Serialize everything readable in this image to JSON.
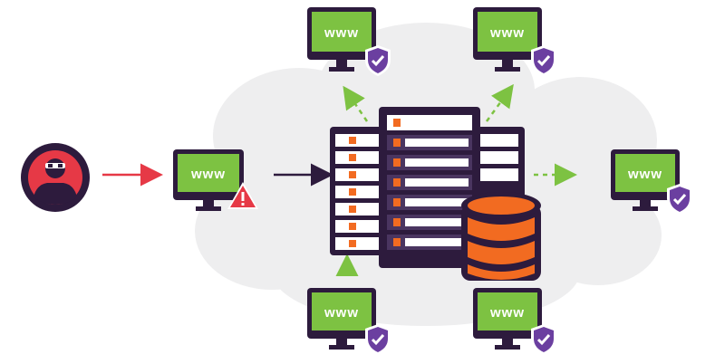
{
  "monitor_label": "www",
  "colors": {
    "screen_green": "#7dc242",
    "frame_purple": "#2d1b3d",
    "shield_purple": "#6b3fa0",
    "warning_red": "#e63946",
    "attacker_red": "#e63946",
    "server_orange": "#f26b21",
    "arrow_green": "#7dc242",
    "arrow_red": "#e63946",
    "arrow_dark": "#2d1b3d",
    "cloud": "#eeeeef"
  },
  "icons": {
    "attacker": "hacker-icon",
    "target": "warning-icon",
    "server": "server-rack-icon",
    "database": "database-icon",
    "protected": "shield-check-icon"
  },
  "monitors": [
    {
      "id": "top-left",
      "badge": "shield"
    },
    {
      "id": "top-right",
      "badge": "shield"
    },
    {
      "id": "center-left",
      "badge": "warning"
    },
    {
      "id": "right",
      "badge": "shield"
    },
    {
      "id": "bottom-left",
      "badge": "shield"
    },
    {
      "id": "bottom-right",
      "badge": "shield"
    }
  ]
}
